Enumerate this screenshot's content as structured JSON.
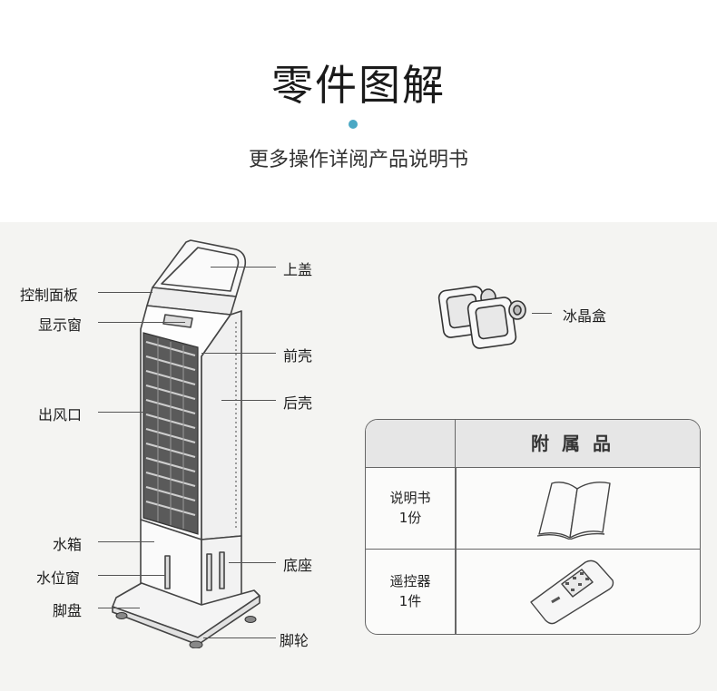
{
  "header": {
    "title": "零件图解",
    "subtitle": "更多操作详阅产品说明书",
    "accent_color": "#4aa8c4"
  },
  "parts": {
    "top_cover": "上盖",
    "control_panel": "控制面板",
    "display_window": "显示窗",
    "front_shell": "前壳",
    "rear_shell": "后壳",
    "air_outlet": "出风口",
    "water_tank": "水箱",
    "base": "底座",
    "water_level_window": "水位窗",
    "foot_plate": "脚盘",
    "casters": "脚轮",
    "ice_crystal_box": "冰晶盒"
  },
  "accessories": {
    "title": "附属品",
    "items": [
      {
        "name": "说明书",
        "qty": "1份",
        "icon": "manual-book-icon"
      },
      {
        "name": "遥控器",
        "qty": "1件",
        "icon": "remote-control-icon"
      }
    ]
  }
}
